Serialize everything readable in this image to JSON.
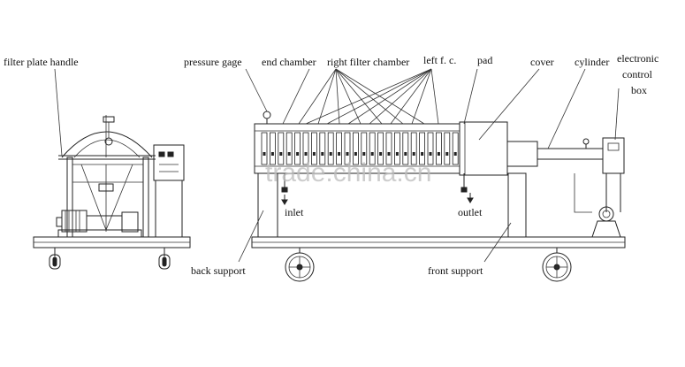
{
  "labels": {
    "filter_plate_handle": "filter plate handle",
    "pressure_gage": "pressure gage",
    "end_chamber": "end chamber",
    "right_filter_chamber": "right filter chamber",
    "left_fc": "left f. c.",
    "pad": "pad",
    "cover": "cover",
    "cylinder": "cylinder",
    "electronic": "electronic",
    "control": "control",
    "box": "box",
    "inlet": "inlet",
    "outlet": "outlet",
    "back_support": "back support",
    "front_support": "front support"
  },
  "watermark": "trade.china.cn"
}
